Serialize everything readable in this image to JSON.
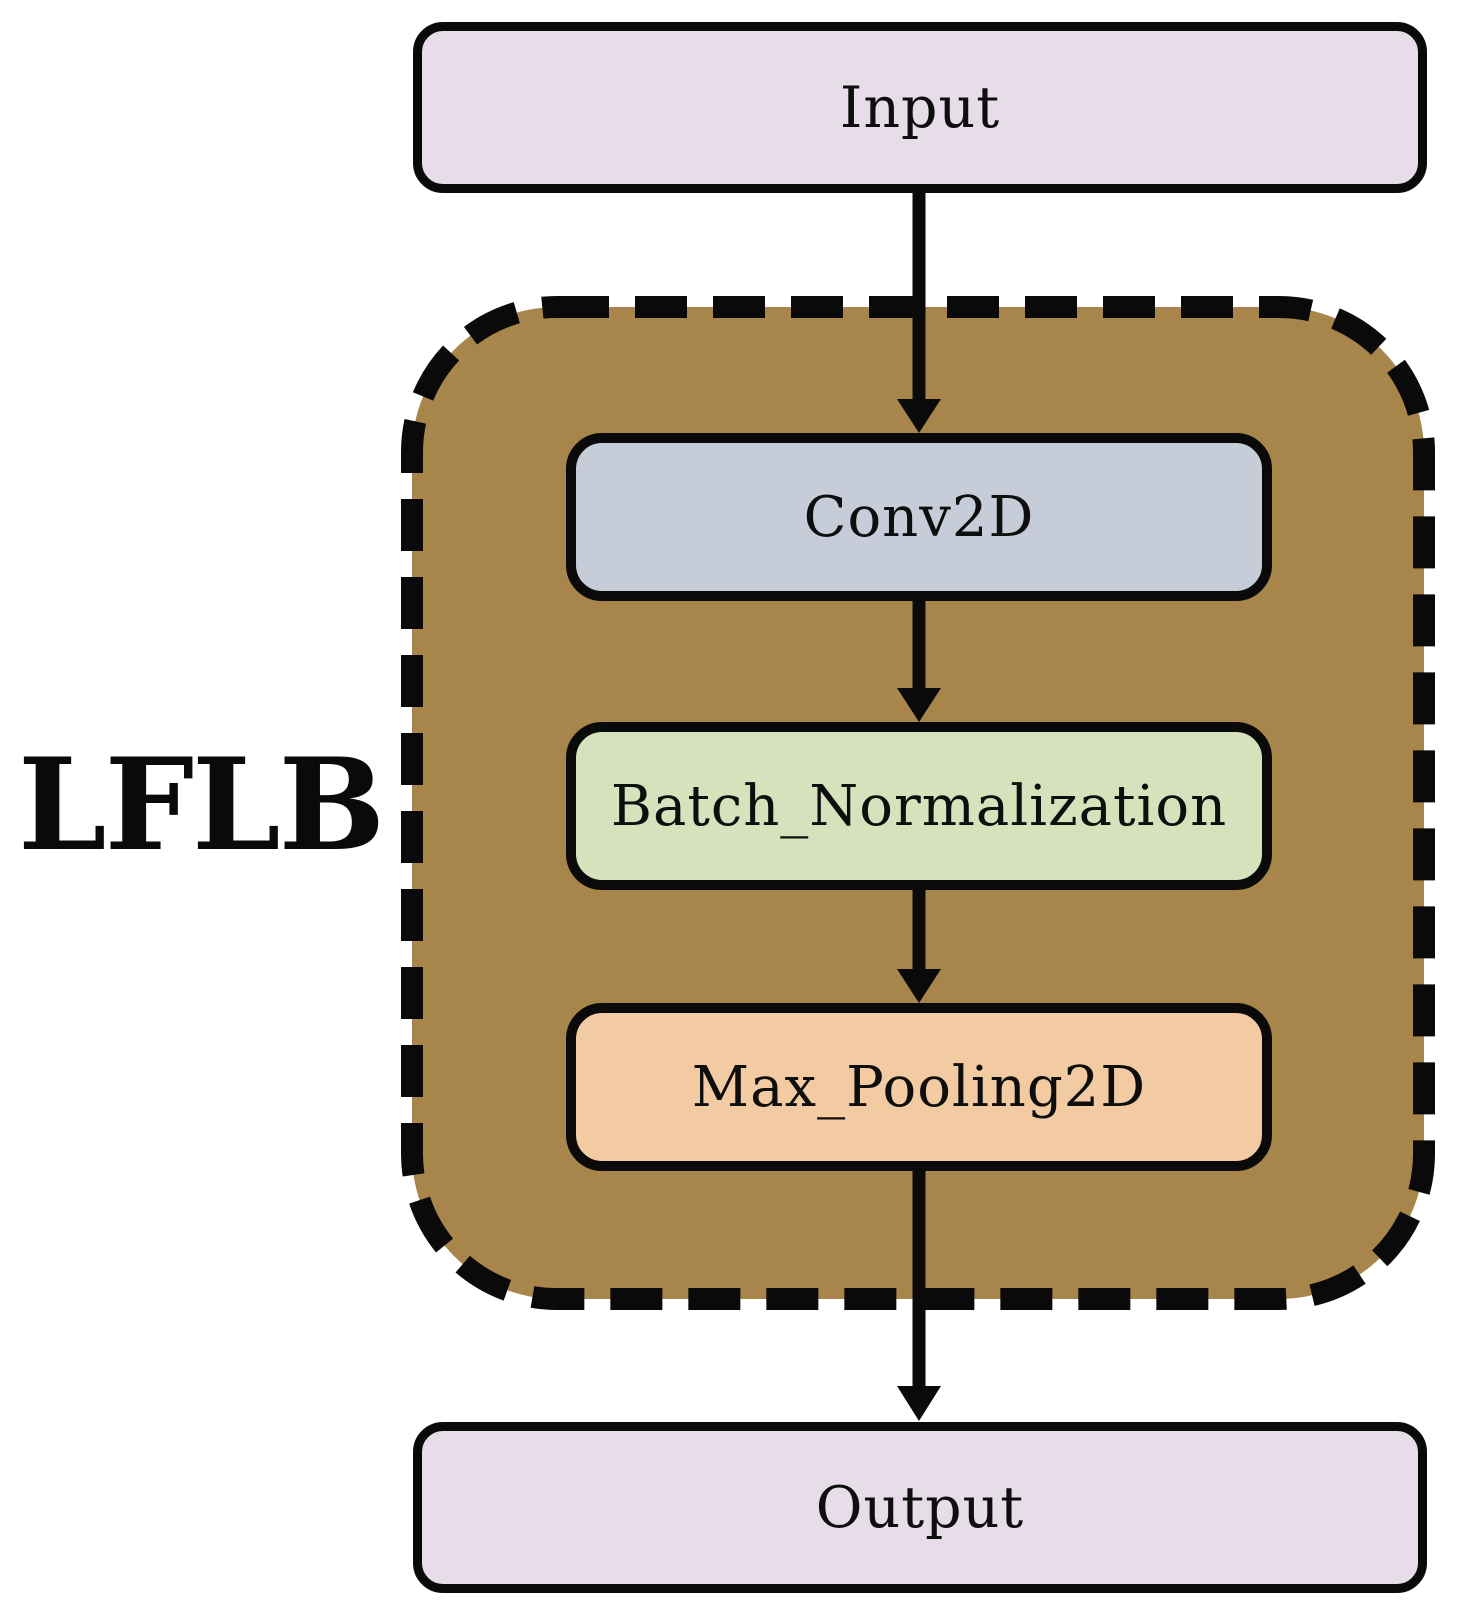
{
  "diagram": {
    "title_hint": "LFLB (Local Feature Learning Block) flow diagram",
    "block_label": "LFLB",
    "nodes": {
      "input": {
        "label": "Input",
        "fill": "#e7dde8"
      },
      "conv2d": {
        "label": "Conv2D",
        "fill": "#c7cdd8"
      },
      "batch_norm": {
        "label": "Batch_Normalization",
        "fill": "#d5e2bc"
      },
      "max_pooling": {
        "label": "Max_Pooling2D",
        "fill": "#f3cba2"
      },
      "output": {
        "label": "Output",
        "fill": "#e7dde8"
      }
    },
    "container": {
      "fill": "#a8854b",
      "border_color": "#000000",
      "border_style": "dashed"
    },
    "edges": [
      {
        "from": "input",
        "to": "conv2d"
      },
      {
        "from": "conv2d",
        "to": "batch_norm"
      },
      {
        "from": "batch_norm",
        "to": "max_pooling"
      },
      {
        "from": "max_pooling",
        "to": "output"
      }
    ],
    "colors": {
      "arrow": "#000000",
      "background": "#ffffff",
      "text": "#0a0a0a"
    }
  }
}
